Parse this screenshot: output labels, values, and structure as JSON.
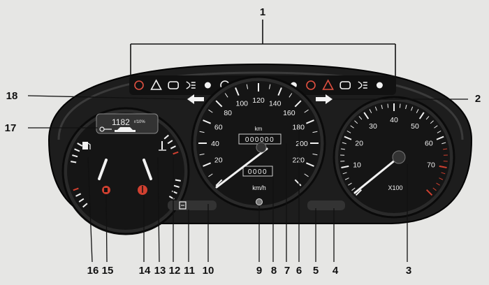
{
  "speedometer": {
    "scale": [
      "20",
      "40",
      "60",
      "80",
      "100",
      "120",
      "140",
      "160",
      "180",
      "200",
      "220"
    ],
    "odometer_label": "km",
    "odometer_value": "000000",
    "trip_value": "0000",
    "unit_label": "km/h"
  },
  "tachometer": {
    "scale": [
      "10",
      "20",
      "30",
      "40",
      "50",
      "60",
      "70"
    ],
    "multiplier_label": "X100"
  },
  "lcd": {
    "time": "1182",
    "suffix": "r/10%"
  },
  "callouts": [
    "1",
    "2",
    "3",
    "4",
    "5",
    "6",
    "7",
    "8",
    "9",
    "10",
    "11",
    "12",
    "13",
    "14",
    "15",
    "16",
    "17",
    "18"
  ],
  "warning_lamp_icons": [
    "seat-belt-icon",
    "hazard-triangle-icon",
    "brake-circle-icon",
    "abs-icon",
    "front-fog-icon",
    "rear-fog-icon",
    "high-beam-icon",
    "dot-lamp-icon",
    "low-beam-icon",
    "rear-defrost-icon",
    "oil-pressure-icon",
    "battery-charge-icon",
    "check-engine-icon",
    "windshield-icon",
    "glow-plug-icon"
  ],
  "colors": {
    "panel": "#1d1d1d",
    "needle": "#f2f2f2",
    "warning_red": "#d04030"
  }
}
